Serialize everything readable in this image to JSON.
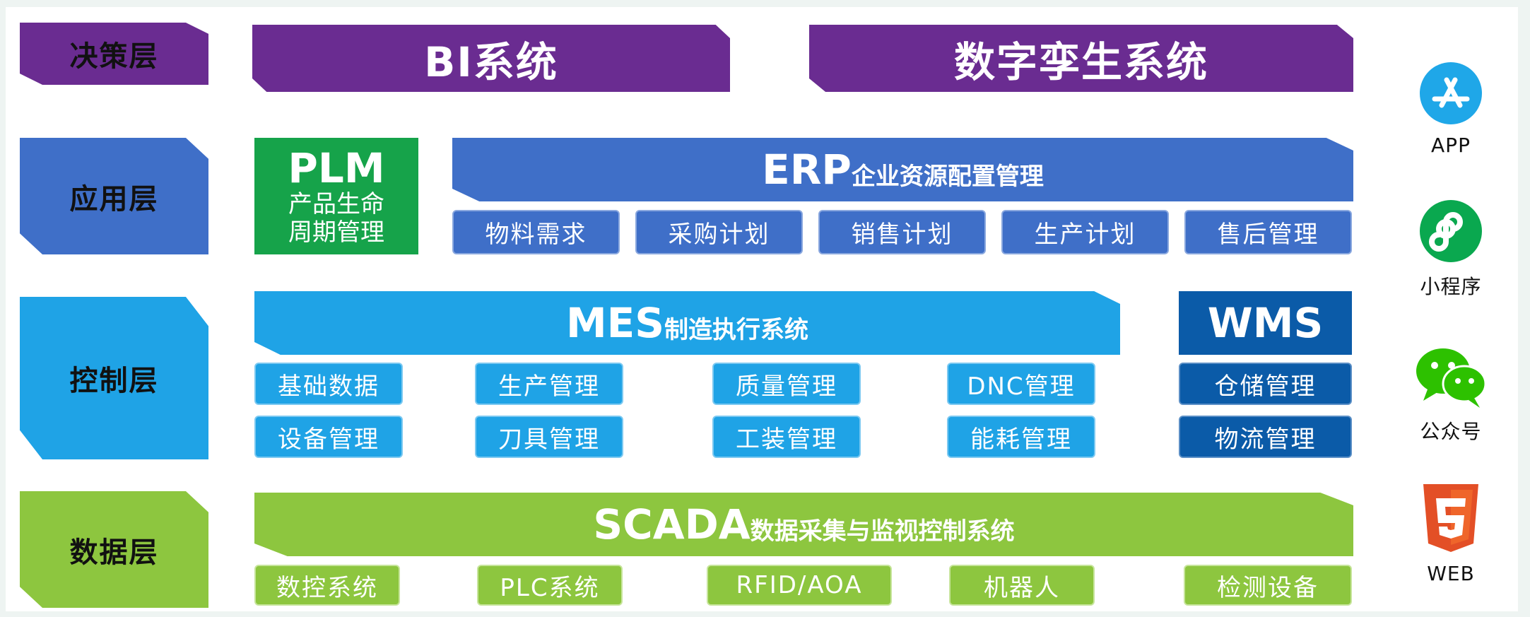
{
  "layers": {
    "decision": "决策层",
    "application": "应用层",
    "control": "控制层",
    "data": "数据层"
  },
  "decision": {
    "bi": "BI系统",
    "twin": "数字孪生系统"
  },
  "application": {
    "plm_title": "PLM",
    "plm_line1": "产品生命",
    "plm_line2": "周期管理",
    "erp_big": "ERP",
    "erp_small": "企业资源配置管理",
    "modules": [
      "物料需求",
      "采购计划",
      "销售计划",
      "生产计划",
      "售后管理"
    ]
  },
  "control": {
    "mes_big": "MES",
    "mes_small": "制造执行系统",
    "mes_row1": [
      "基础数据",
      "生产管理",
      "质量管理",
      "DNC管理"
    ],
    "mes_row2": [
      "设备管理",
      "刀具管理",
      "工装管理",
      "能耗管理"
    ],
    "wms": "WMS",
    "wms_modules": [
      "仓储管理",
      "物流管理"
    ]
  },
  "data_layer": {
    "scada_big": "SCADA",
    "scada_small": "数据采集与监视控制系统",
    "modules": [
      "数控系统",
      "PLC系统",
      "RFID/AOA",
      "机器人",
      "检测设备"
    ]
  },
  "channels": [
    "APP",
    "小程序",
    "公众号",
    "WEB"
  ],
  "icons": [
    "app-store-icon",
    "mini-program-icon",
    "wechat-icon",
    "html5-icon"
  ],
  "colors": {
    "decision": "#6a2c91",
    "application": "#3f6fc8",
    "plm": "#16a34a",
    "control": "#1fa3e6",
    "wms": "#0b5ba8",
    "data": "#8dc63f"
  }
}
